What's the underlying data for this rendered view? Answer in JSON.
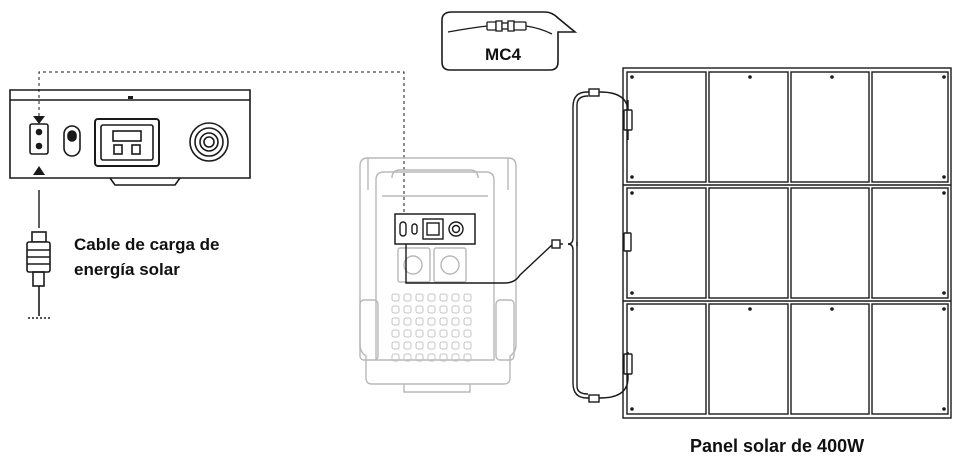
{
  "labels": {
    "cable_line1": "Cable de carga de",
    "cable_line2": "energía solar",
    "connector": "MC4",
    "panel": "Panel solar de 400W"
  },
  "icons": {
    "power_station": "portable-power-station",
    "panel": "foldable-solar-panel",
    "connector": "mc4-connector",
    "plug": "solar-charging-plug"
  },
  "colors": {
    "line": "#1a1a1a",
    "faded": "#b8b8b8",
    "background": "#ffffff"
  }
}
